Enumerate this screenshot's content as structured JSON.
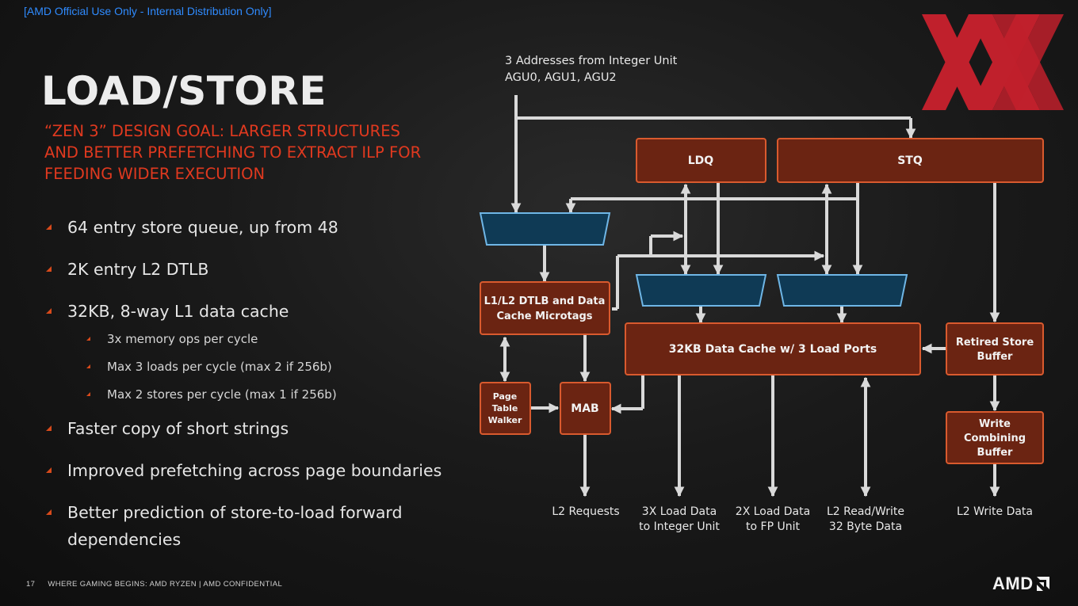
{
  "banner": "[AMD Official Use Only - Internal Distribution Only]",
  "title": "LOAD/STORE",
  "subtitle": "“ZEN 3” DESIGN GOAL: LARGER STRUCTURES AND BETTER PREFETCHING TO EXTRACT ILP FOR FEEDING WIDER EXECUTION",
  "bullets": [
    {
      "text": "64 entry store queue, up from 48",
      "level": 1
    },
    {
      "text": "2K entry L2 DTLB",
      "level": 1
    },
    {
      "text": "32KB, 8-way L1 data cache",
      "level": 1
    },
    {
      "text": "3x memory ops per cycle",
      "level": 2
    },
    {
      "text": "Max 3 loads per cycle (max 2 if 256b)",
      "level": 2
    },
    {
      "text": "Max 2 stores per cycle (max 1 if 256b)",
      "level": 2
    },
    {
      "text": "Faster copy of short strings",
      "level": 1
    },
    {
      "text": "Improved prefetching across page boundaries",
      "level": 1
    },
    {
      "text": "Better prediction of store-to-load forward dependencies",
      "level": 1
    }
  ],
  "diagram": {
    "input_label": [
      "3 Addresses from Integer Unit",
      "AGU0, AGU1, AGU2"
    ],
    "ldq": "LDQ",
    "stq": "STQ",
    "dtlb": [
      "L1/L2 DTLB and Data",
      "Cache Microtags"
    ],
    "data_cache": "32KB Data Cache w/ 3 Load Ports",
    "retired_store_buffer": [
      "Retired Store",
      "Buffer"
    ],
    "write_combining_buffer": [
      "Write",
      "Combining",
      "Buffer"
    ],
    "page_table_walker": [
      "Page",
      "Table",
      "Walker"
    ],
    "mab": "MAB",
    "outputs": {
      "l2_requests": [
        "L2 Requests"
      ],
      "load_int": [
        "3X Load Data",
        "to Integer Unit"
      ],
      "load_fp": [
        "2X Load Data",
        "to FP Unit"
      ],
      "l2_rw": [
        "L2 Read/Write",
        "32 Byte Data"
      ],
      "l2_write": [
        "L2 Write Data"
      ]
    }
  },
  "footer": {
    "page_number": "17",
    "text": "WHERE GAMING BEGINS:  AMD RYZEN   |   AMD CONFIDENTIAL"
  },
  "logo": {
    "text": "AMD",
    "icon": "amd-arrow-icon"
  },
  "zen_logo": {
    "icon": "zen3-xx-logo-icon"
  },
  "colors": {
    "box_fill": "#6b2412",
    "box_border": "#d95a2e",
    "mux_fill": "#0f3a55",
    "mux_border": "#6fb6e6",
    "subtitle": "#e0391f",
    "banner": "#2f8bff",
    "logo_red": "#c0202c",
    "arrow": "#d9d9d9"
  }
}
